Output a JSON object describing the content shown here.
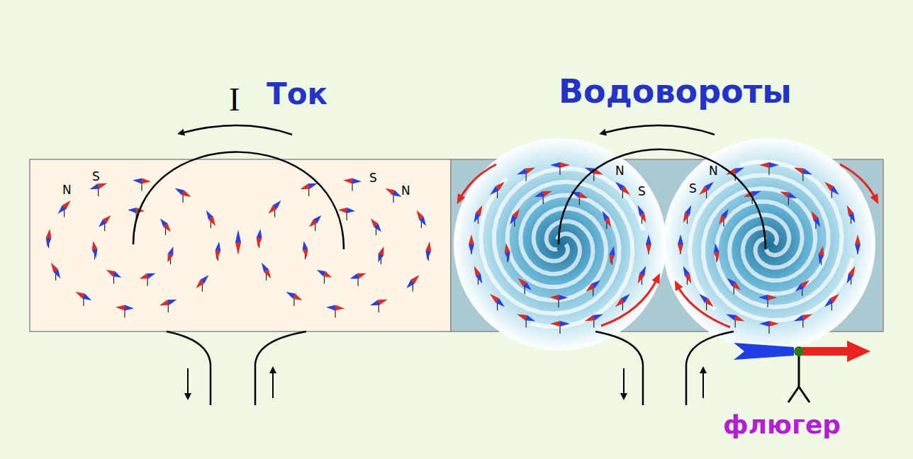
{
  "diagram": {
    "labels": [
      "I",
      "Ток",
      "Водовороты",
      "N",
      "S",
      "S",
      "N",
      "N",
      "S",
      "S",
      "N",
      "флюгер"
    ]
  }
}
